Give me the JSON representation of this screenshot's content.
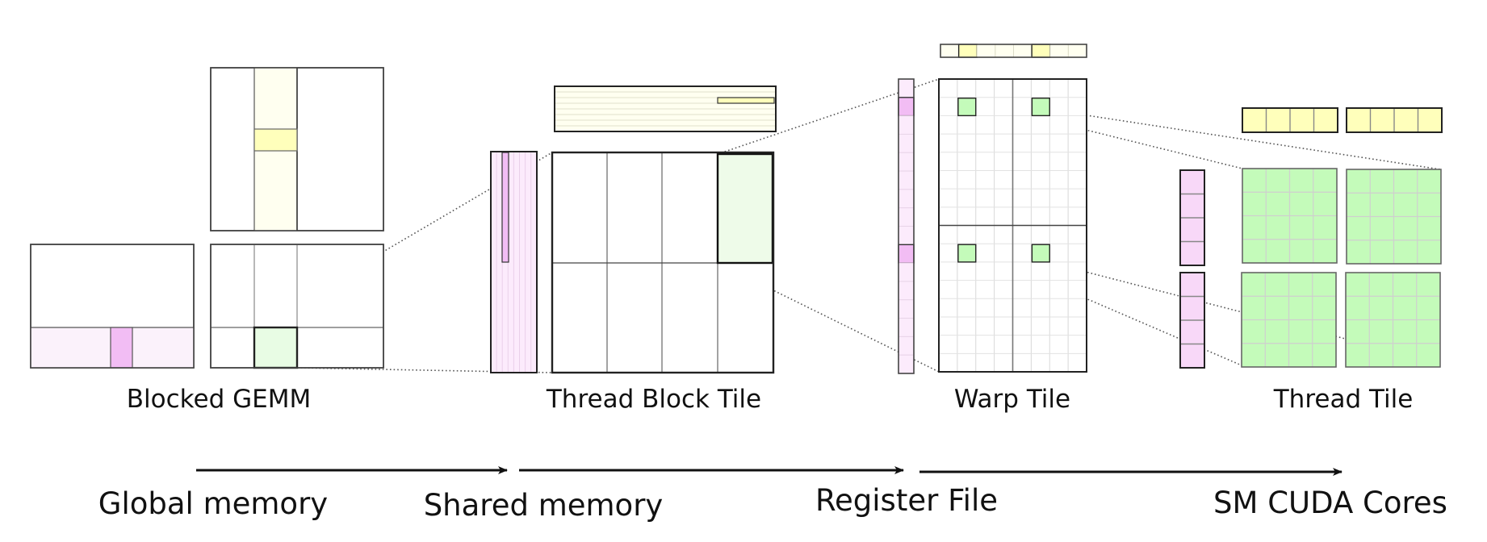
{
  "stages": [
    {
      "id": "blocked-gemm",
      "label": "Blocked GEMM"
    },
    {
      "id": "thread-block-tile",
      "label": "Thread Block Tile"
    },
    {
      "id": "warp-tile",
      "label": "Warp Tile"
    },
    {
      "id": "thread-tile",
      "label": "Thread Tile"
    }
  ],
  "memory_levels": [
    {
      "id": "global",
      "label": "Global memory"
    },
    {
      "id": "shared",
      "label": "Shared memory"
    },
    {
      "id": "register",
      "label": "Register File"
    },
    {
      "id": "sm",
      "label": "SM CUDA Cores"
    }
  ],
  "colors": {
    "a_light": "#fcebfc",
    "a_highlight": "#f2bdf4",
    "a_thread": "#f8d8f8",
    "b_light": "#fffff0",
    "b_highlight": "#ffffbb",
    "c_light": "#e8fce4",
    "c_thread": "#c4fbba",
    "stroke": "#222222",
    "grid": "#d4d4d4",
    "connector": "#555555"
  },
  "structure": {
    "blocked_gemm": {
      "b_highlight_col": 1,
      "a_highlight_col": 1,
      "c_highlight": [
        1,
        1
      ],
      "grid": [
        3,
        2
      ]
    },
    "thread_block_tile": {
      "columns": 4,
      "rows": 2,
      "highlight": [
        3,
        0
      ],
      "a_stripes": 8,
      "b_stripes": 8
    },
    "warp_tile": {
      "columns": 8,
      "rows": 16,
      "a_cells": 16,
      "a_highlight": [
        1,
        9
      ],
      "b_cells": 8,
      "b_highlight": [
        1,
        5
      ],
      "c_highlight_cells": [
        [
          1,
          1
        ],
        [
          5,
          1
        ],
        [
          1,
          9
        ],
        [
          5,
          9
        ]
      ]
    },
    "thread_tile": {
      "tiles": [
        2,
        2
      ],
      "cells_per_tile": [
        4,
        4
      ],
      "a_fragments": 2,
      "a_fragment_cells": 4,
      "b_fragments": 2,
      "b_fragment_cells": 4
    }
  }
}
